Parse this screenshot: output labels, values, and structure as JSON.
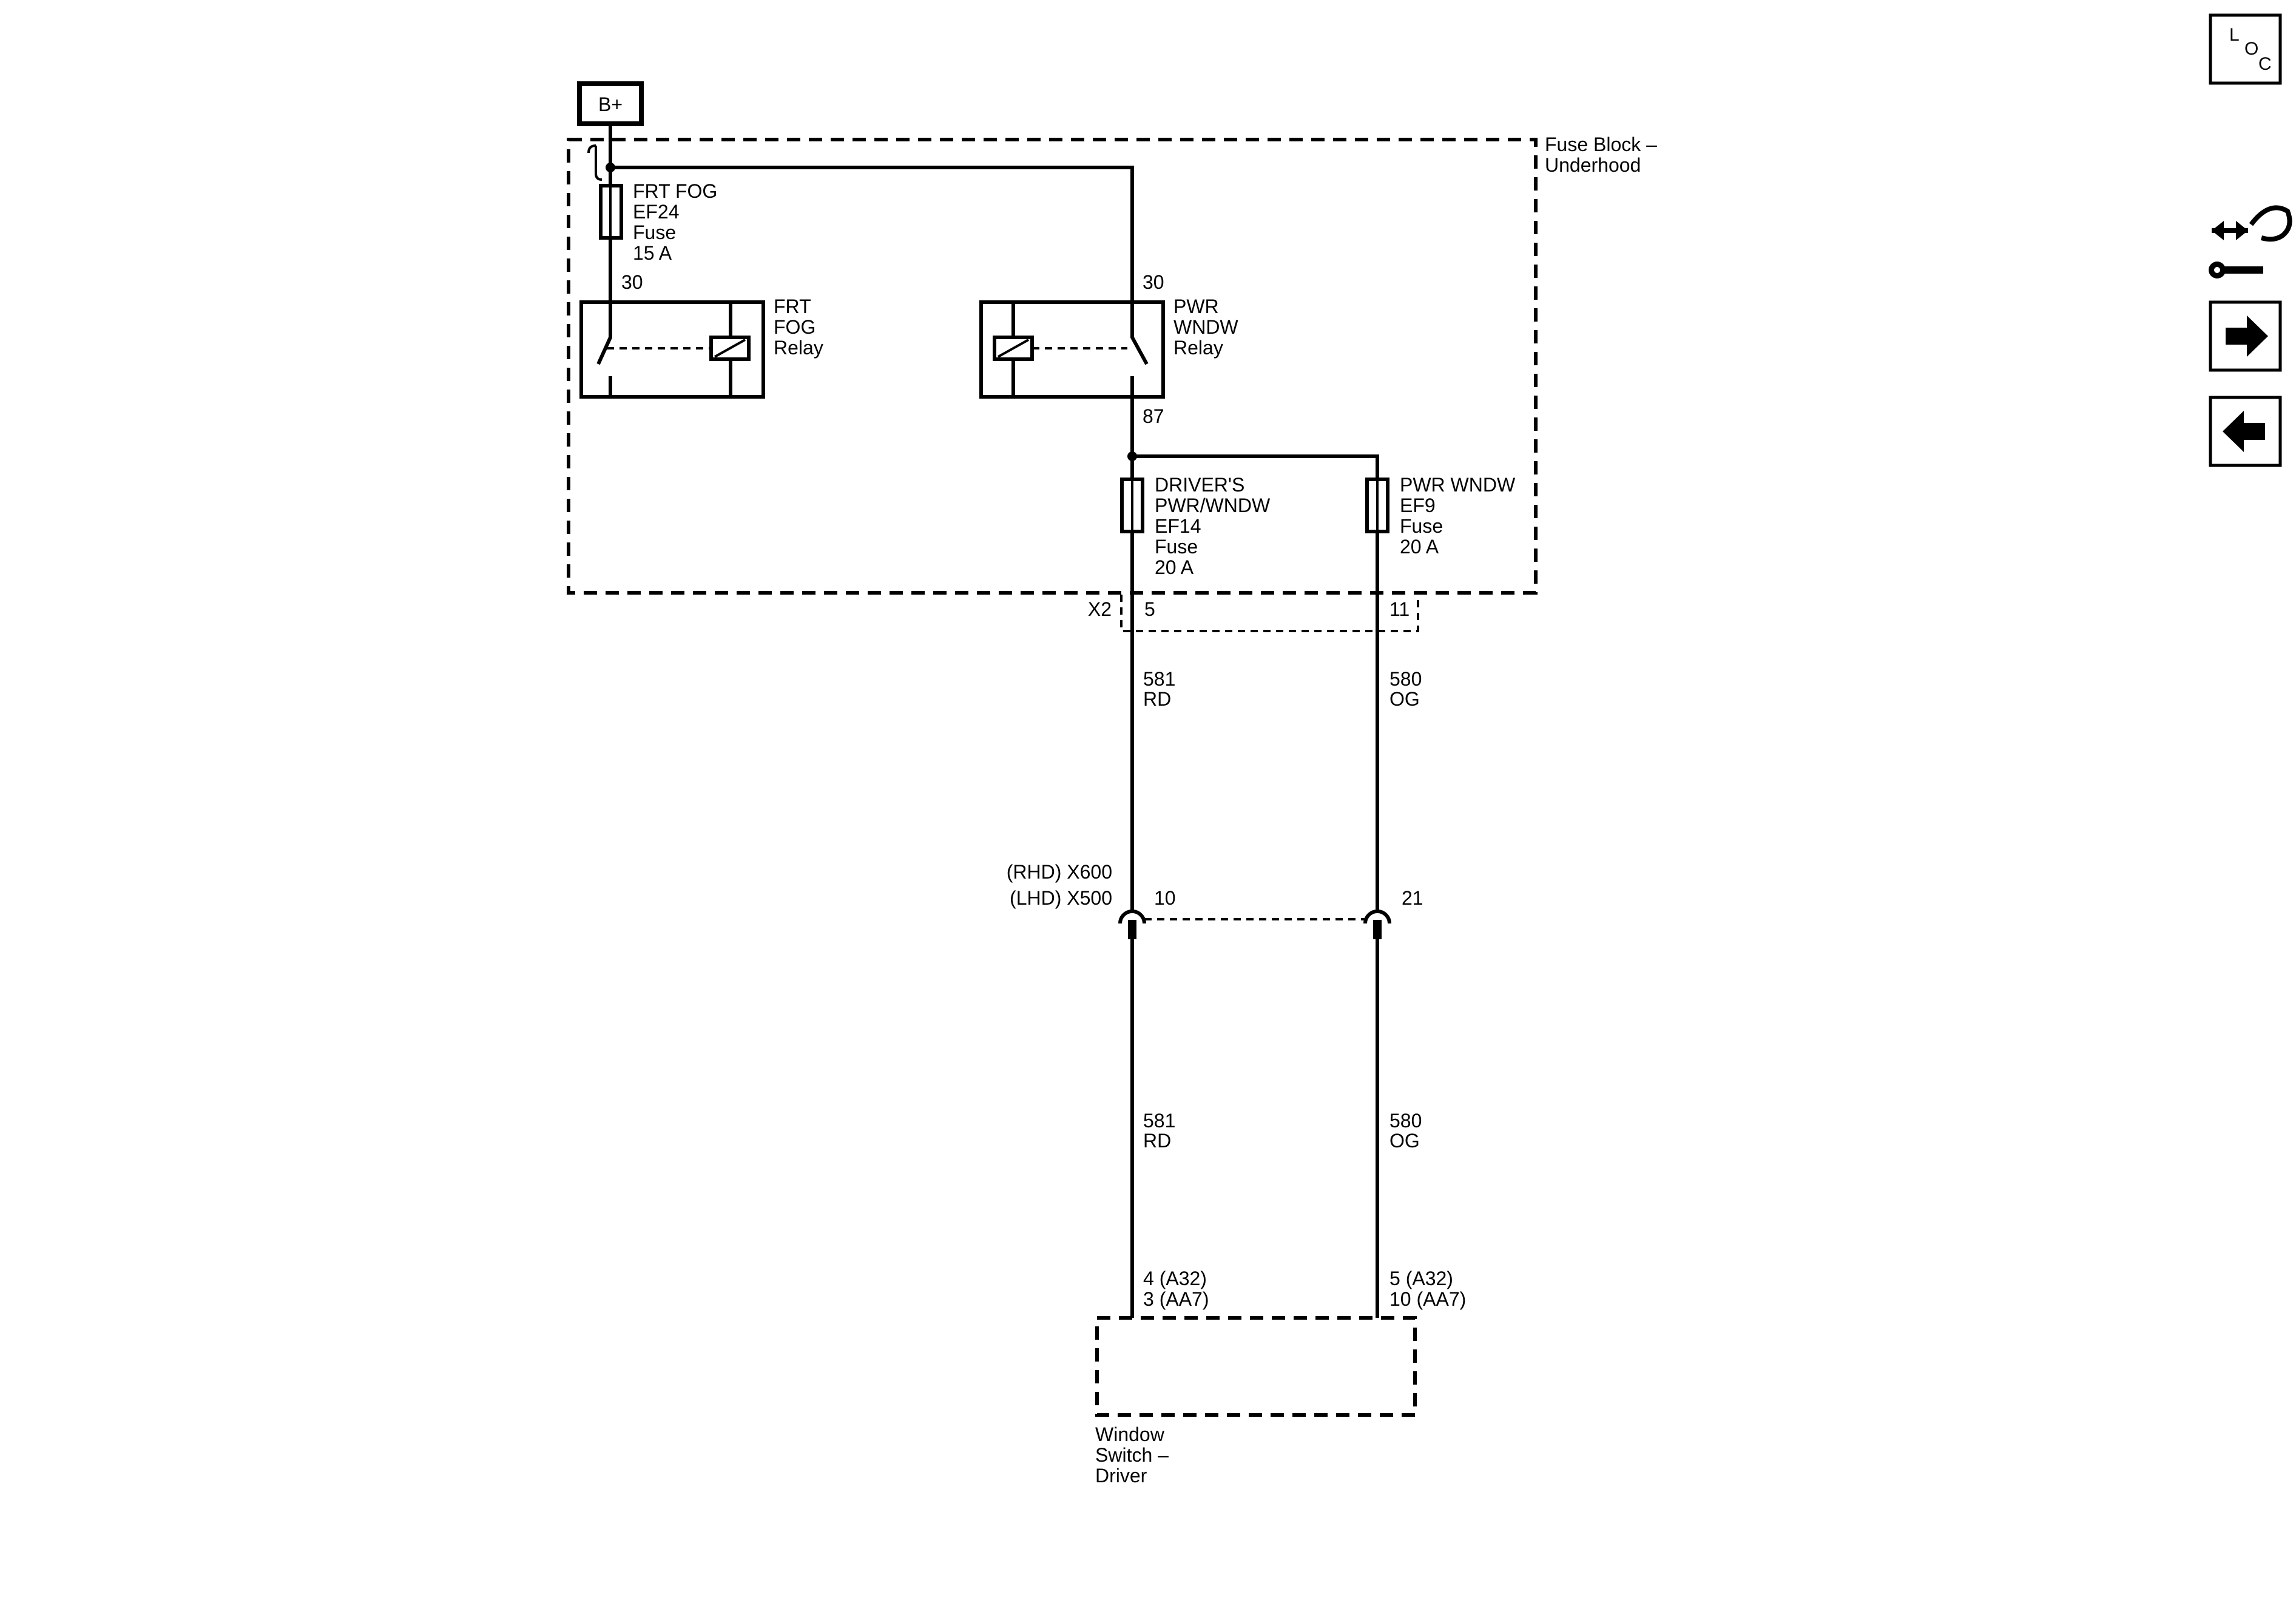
{
  "power": {
    "source_label": "B+"
  },
  "fuse_block": {
    "name_line1": "Fuse Block –",
    "name_line2": "Underhood"
  },
  "fog_fuse": {
    "l1": "FRT FOG",
    "l2": "EF24",
    "l3": "Fuse",
    "l4": "15 A"
  },
  "fog_relay": {
    "pin_top": "30",
    "l1": "FRT",
    "l2": "FOG",
    "l3": "Relay"
  },
  "pwr_relay": {
    "pin_top": "30",
    "pin_bottom": "87",
    "l1": "PWR",
    "l2": "WNDW",
    "l3": "Relay"
  },
  "ef14_fuse": {
    "l1": "DRIVER'S",
    "l2": "PWR/WNDW",
    "l3": "EF14",
    "l4": "Fuse",
    "l5": "20 A"
  },
  "ef9_fuse": {
    "l1": "PWR WNDW",
    "l2": "EF9",
    "l3": "Fuse",
    "l4": "20 A"
  },
  "connector_x2": {
    "name": "X2",
    "pin_left": "5",
    "pin_right": "11"
  },
  "wire_581_upper": {
    "circuit": "581",
    "color": "RD"
  },
  "wire_580_upper": {
    "circuit": "580",
    "color": "OG"
  },
  "inline_connector": {
    "name_rhd": "(RHD) X600",
    "name_lhd": "(LHD) X500",
    "pin_left": "10",
    "pin_right": "21"
  },
  "wire_581_lower": {
    "circuit": "581",
    "color": "RD"
  },
  "wire_580_lower": {
    "circuit": "580",
    "color": "OG"
  },
  "switch_pins": {
    "left_l1": "4 (A32)",
    "left_l2": "3 (AA7)",
    "right_l1": "5 (A32)",
    "right_l2": "10 (AA7)"
  },
  "window_switch": {
    "l1": "Window",
    "l2": "Switch –",
    "l3": "Driver"
  },
  "nav": {
    "loc_l": "L",
    "loc_o": "O",
    "loc_c": "C",
    "tools_icon": "tools-icon",
    "next_icon": "arrow-right-icon",
    "prev_icon": "arrow-left-icon"
  }
}
